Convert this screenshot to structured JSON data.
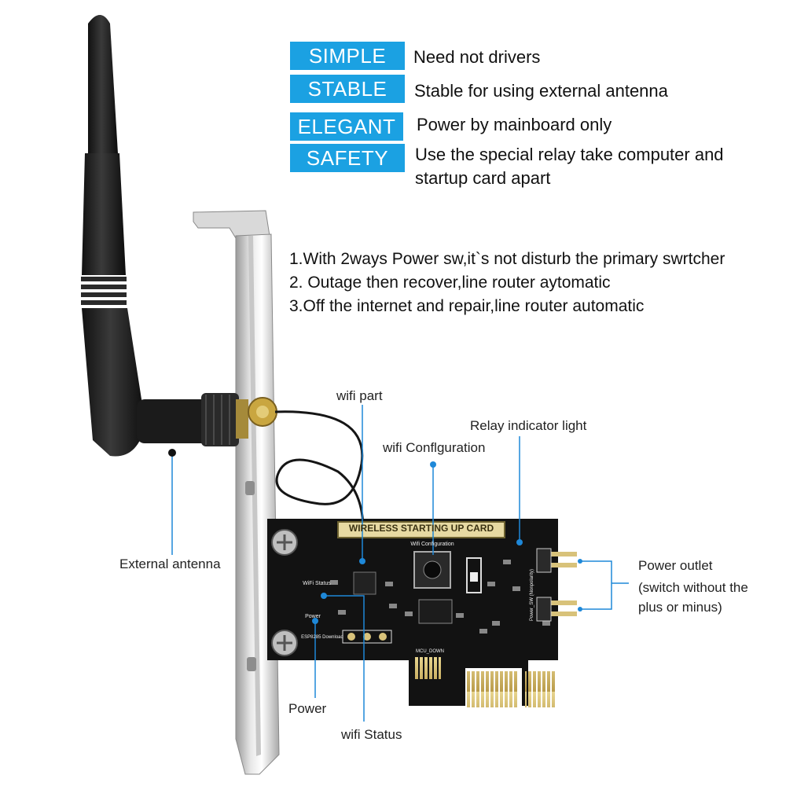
{
  "features": [
    {
      "tag": "SIMPLE",
      "desc": "Need not drivers"
    },
    {
      "tag": "STABLE",
      "desc": "Stable for using external antenna"
    },
    {
      "tag": "ELEGANT",
      "desc": "Power by mainboard only"
    },
    {
      "tag": "SAFETY",
      "desc": "Use the special relay take computer and startup card apart"
    }
  ],
  "points": [
    "1.With 2ways Power sw,it`s not disturb the primary swrtcher",
    "2. Outage then recover,line router aytomatic",
    "3.Off the internet and repair,line router automatic"
  ],
  "callouts": {
    "wifi_part": "wifi part",
    "relay_light": "Relay indicator light",
    "wifi_config": "wifi Conflguration",
    "external_antenna": "External antenna",
    "power_outlet": "Power outlet",
    "power_outlet_note": "(switch without the plus or minus)",
    "power": "Power",
    "wifi_status": "wifi Status"
  },
  "board": {
    "title": "WIRELESS STARTING UP CARD",
    "wifi_config_label": "Wifi Configuration",
    "wifi_status_label": "WiFi Status",
    "power_label": "Power",
    "esp_label": "ESP8285 Download",
    "mcu_label": "MCU_DOWN",
    "power_sw_label": "Power_SW (Nonpolarity)"
  },
  "colors": {
    "badge": "#1ba1e2",
    "callout_line": "#1e88d8",
    "pcb": "#111111",
    "gold": "#d8c27a"
  }
}
